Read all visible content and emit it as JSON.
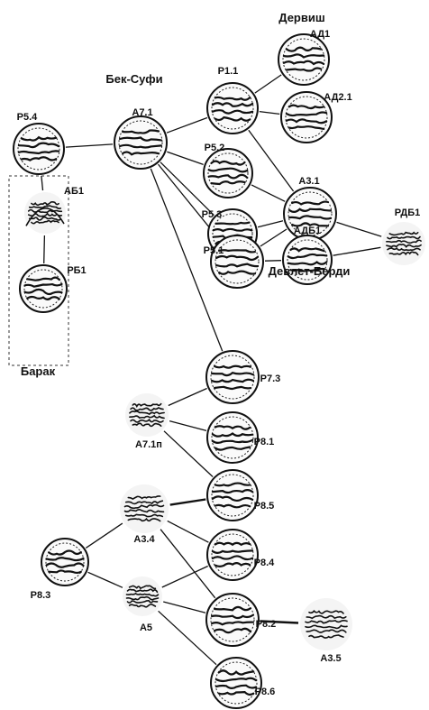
{
  "groups": [
    {
      "id": "darvish",
      "text": "Дервиш"
    },
    {
      "id": "bek-sufi",
      "text": "Бек-Суфи"
    },
    {
      "id": "devlet-berdi",
      "text": "Девлет-Берди"
    },
    {
      "id": "barak",
      "text": "Барак"
    }
  ],
  "coins": [
    {
      "id": "ad1",
      "label": "АД1"
    },
    {
      "id": "ad21",
      "label": "АД2.1"
    },
    {
      "id": "p11",
      "label": "Р1.1"
    },
    {
      "id": "a71",
      "label": "А7.1"
    },
    {
      "id": "p54",
      "label": "Р5.4"
    },
    {
      "id": "p52",
      "label": "Р5.2"
    },
    {
      "id": "a31",
      "label": "А3.1"
    },
    {
      "id": "p53",
      "label": "Р5.3"
    },
    {
      "id": "rdb1",
      "label": "РДБ1"
    },
    {
      "id": "ab1",
      "label": "АБ1"
    },
    {
      "id": "adb1",
      "label": "АДБ1"
    },
    {
      "id": "p51",
      "label": "Р5.1"
    },
    {
      "id": "pb1",
      "label": "РБ1"
    },
    {
      "id": "p73",
      "label": "Р7.3"
    },
    {
      "id": "a71p",
      "label": "А7.1п"
    },
    {
      "id": "p81",
      "label": "Р8.1"
    },
    {
      "id": "a34",
      "label": "А3.4"
    },
    {
      "id": "p85",
      "label": "Р8.5"
    },
    {
      "id": "p83",
      "label": "Р8.3"
    },
    {
      "id": "p84",
      "label": "Р8.4"
    },
    {
      "id": "a5",
      "label": "А5"
    },
    {
      "id": "p82",
      "label": "Р8.2"
    },
    {
      "id": "a35",
      "label": "А3.5"
    },
    {
      "id": "p86",
      "label": "Р8.6"
    }
  ],
  "links": [
    [
      "p54",
      "a71"
    ],
    [
      "p54",
      "ab1"
    ],
    [
      "ab1",
      "pb1"
    ],
    [
      "a71",
      "p11"
    ],
    [
      "a71",
      "p52"
    ],
    [
      "a71",
      "p53"
    ],
    [
      "a71",
      "p51"
    ],
    [
      "a71",
      "p73"
    ],
    [
      "p11",
      "ad1"
    ],
    [
      "p11",
      "ad21"
    ],
    [
      "p11",
      "a31"
    ],
    [
      "p52",
      "a31"
    ],
    [
      "p53",
      "a31"
    ],
    [
      "p51",
      "a31"
    ],
    [
      "a31",
      "rdb1"
    ],
    [
      "adb1",
      "rdb1"
    ],
    [
      "p51",
      "adb1"
    ],
    [
      "a71p",
      "p73"
    ],
    [
      "a71p",
      "p81"
    ],
    [
      "a71p",
      "p85"
    ],
    [
      "a34",
      "p85"
    ],
    [
      "a34",
      "p84"
    ],
    [
      "a34",
      "p82"
    ],
    [
      "p83",
      "a34"
    ],
    [
      "p83",
      "a5"
    ],
    [
      "a5",
      "p84"
    ],
    [
      "a5",
      "p82"
    ],
    [
      "a5",
      "p86"
    ],
    [
      "p82",
      "a35"
    ]
  ],
  "thick_links": [
    [
      "a34",
      "p85"
    ],
    [
      "p82",
      "a35"
    ]
  ]
}
